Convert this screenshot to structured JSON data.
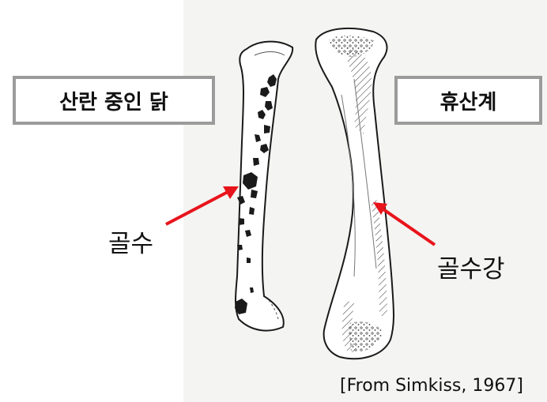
{
  "labels": {
    "laying_hen": "산란 중인 닭",
    "resting": "휴산계"
  },
  "callouts": {
    "medullary_bone": "골수",
    "marrow_cavity": "골수강"
  },
  "citation": "[From Simkiss, 1967]",
  "colors": {
    "arrow": "#e8141c",
    "box_border": "#9b9b9b",
    "ink": "#1a1a1a"
  }
}
